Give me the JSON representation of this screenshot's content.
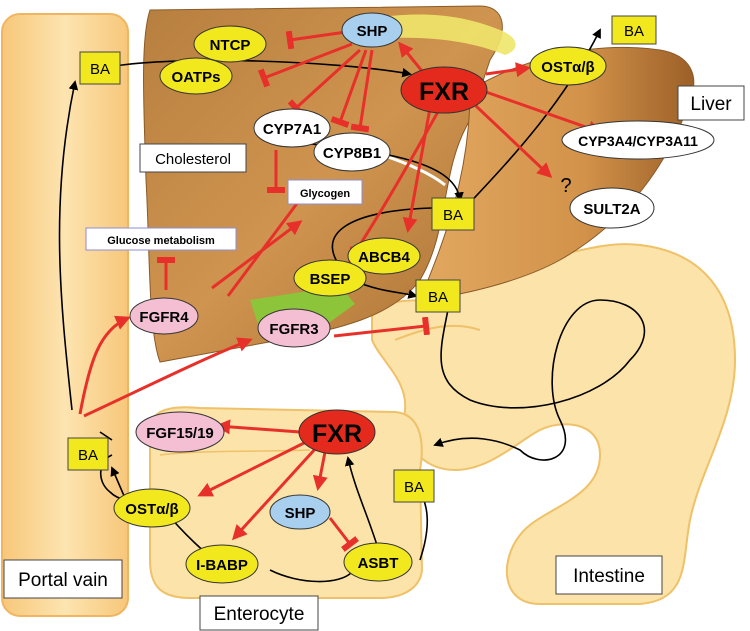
{
  "colors": {
    "activation": "#e8302a",
    "flow": "#000000",
    "transporter_yellow": "#f2e81e",
    "fxr_red": "#e32a1c",
    "shp_blue": "#a9cfee",
    "fgf_pink": "#f4bfd3",
    "enzyme_white": "#ffffff",
    "liver_brown": "#c98b45",
    "tube_tan": "#fbe3a9"
  },
  "regions": {
    "portal": "Portal vain",
    "liver": "Liver",
    "intestine": "Intestine",
    "enterocyte": "Enterocyte"
  },
  "boxes": {
    "cholesterol": "Cholesterol",
    "glucose": "Glucose metabolism",
    "glycogen": "Glycogen"
  },
  "ba": {
    "label": "BA"
  },
  "nodes": {
    "ntcp": "NTCP",
    "oatps": "OATPs",
    "shp_liver": "SHP",
    "fxr_liver": "FXR",
    "ost_liver": "OSTα/β",
    "cyp7a1": "CYP7A1",
    "cyp8b1": "CYP8B1",
    "cyp3a4": "CYP3A4/CYP3A11",
    "sult2a": "SULT2A",
    "question": "?",
    "abcb4": "ABCB4",
    "bsep": "BSEP",
    "fgfr4": "FGFR4",
    "fgfr3": "FGFR3",
    "fgf15": "FGF15/19",
    "fxr_int": "FXR",
    "shp_int": "SHP",
    "ost_int": "OSTα/β",
    "ibabp": "I-BABP",
    "asbt": "ASBT"
  }
}
